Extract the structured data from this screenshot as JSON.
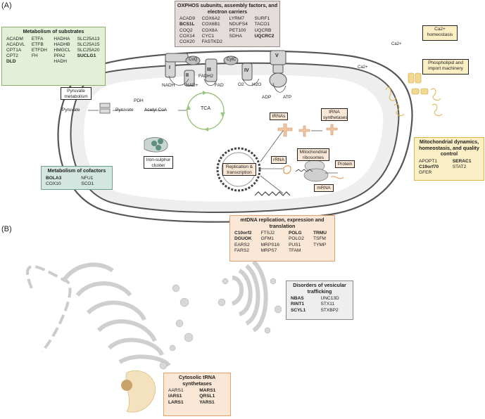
{
  "panels": {
    "a_label": "(A)",
    "b_label": "(B)"
  },
  "substrates": {
    "title": "Metabolism of substrates",
    "genes": [
      {
        "t": "ACADM",
        "b": false
      },
      {
        "t": "ETFA",
        "b": false
      },
      {
        "t": "HADHA",
        "b": false
      },
      {
        "t": "SLC25A13",
        "b": false
      },
      {
        "t": "ACADVL",
        "b": false
      },
      {
        "t": "ETFB",
        "b": false
      },
      {
        "t": "HADHB",
        "b": false
      },
      {
        "t": "SLC25A15",
        "b": false
      },
      {
        "t": "CPT1A",
        "b": false
      },
      {
        "t": "ETFDH",
        "b": false
      },
      {
        "t": "HMGCL",
        "b": false
      },
      {
        "t": "SLC25A20",
        "b": false
      },
      {
        "t": "CPT2",
        "b": false
      },
      {
        "t": "FH",
        "b": false
      },
      {
        "t": "PPA2",
        "b": false
      },
      {
        "t": "SUCLG1",
        "b": true
      },
      {
        "t": "DLD",
        "b": true
      },
      {
        "t": "",
        "b": false
      },
      {
        "t": "HADH",
        "b": false
      },
      {
        "t": "",
        "b": false
      }
    ]
  },
  "oxphos": {
    "title": "OXPHOS subunits, assembly factors, and electron carriers",
    "genes": [
      {
        "t": "ACAD9",
        "b": false
      },
      {
        "t": "COX6A2",
        "b": false
      },
      {
        "t": "LYRM7",
        "b": false
      },
      {
        "t": "SURF1",
        "b": false
      },
      {
        "t": "BCS1L",
        "b": true
      },
      {
        "t": "COX6B1",
        "b": false
      },
      {
        "t": "NDUFS4",
        "b": false
      },
      {
        "t": "TACO1",
        "b": false
      },
      {
        "t": "COQ2",
        "b": false
      },
      {
        "t": "COX8A",
        "b": false
      },
      {
        "t": "PET100",
        "b": false
      },
      {
        "t": "UQCRB",
        "b": false
      },
      {
        "t": "COX14",
        "b": false
      },
      {
        "t": "CYC1",
        "b": false
      },
      {
        "t": "SDHA",
        "b": false
      },
      {
        "t": "UQCRC2",
        "b": true
      },
      {
        "t": "COX20",
        "b": false
      },
      {
        "t": "FASTKD2",
        "b": false
      },
      {
        "t": "",
        "b": false
      },
      {
        "t": "",
        "b": false
      }
    ]
  },
  "calcium": {
    "label": "Ca2+ homeostasis",
    "ion": "Ca2+"
  },
  "phospholipid": {
    "label": "Phospholipid and import machinery"
  },
  "dynamics": {
    "title": "Mitochondrial dynamics, homeostasis, and quality control",
    "genes": [
      {
        "t": "APOPT1",
        "b": false
      },
      {
        "t": "SERAC1",
        "b": true
      },
      {
        "t": "C19orf70",
        "b": true
      },
      {
        "t": "STAT2",
        "b": false
      },
      {
        "t": "GFER",
        "b": false
      },
      {
        "t": "",
        "b": false
      }
    ]
  },
  "cofactors": {
    "title": "Metabolism of cofactors",
    "genes": [
      {
        "t": "BOLA3",
        "b": true
      },
      {
        "t": "NFU1",
        "b": false
      },
      {
        "t": "COX10",
        "b": false
      },
      {
        "t": "SCO1",
        "b": false
      }
    ]
  },
  "mtdna": {
    "title": "mtDNA replication, expression and translation",
    "genes": [
      {
        "t": "C10orf2",
        "b": true
      },
      {
        "t": "FTSJ2",
        "b": false
      },
      {
        "t": "POLG",
        "b": true
      },
      {
        "t": "TRMU",
        "b": true
      },
      {
        "t": "DGUOK",
        "b": true
      },
      {
        "t": "GFM1",
        "b": false
      },
      {
        "t": "POLG2",
        "b": false
      },
      {
        "t": "TSFM",
        "b": false
      },
      {
        "t": "EARS2",
        "b": false
      },
      {
        "t": "MRPS16",
        "b": false
      },
      {
        "t": "PUS1",
        "b": false
      },
      {
        "t": "TYMP",
        "b": false
      },
      {
        "t": "FARS2",
        "b": false
      },
      {
        "t": "MRPS7",
        "b": false
      },
      {
        "t": "TFAM",
        "b": false
      },
      {
        "t": "",
        "b": false
      }
    ]
  },
  "vesicular": {
    "title": "Disorders of vesicular trafficking",
    "genes": [
      {
        "t": "NBAS",
        "b": true
      },
      {
        "t": "UNC13D",
        "b": false
      },
      {
        "t": "RINT1",
        "b": true
      },
      {
        "t": "STX11",
        "b": false
      },
      {
        "t": "SCYL1",
        "b": true
      },
      {
        "t": "STXBP2",
        "b": false
      }
    ]
  },
  "trna": {
    "title": "Cytosolic tRNA synthetases",
    "genes": [
      {
        "t": "AARS1",
        "b": false
      },
      {
        "t": "MARS1",
        "b": true
      },
      {
        "t": "IARS1",
        "b": true
      },
      {
        "t": "QRSL1",
        "b": true
      },
      {
        "t": "LARS1",
        "b": true
      },
      {
        "t": "YARS1",
        "b": true
      }
    ]
  },
  "labels": {
    "pyruvate_metabolism": "Pyruvate metabolism",
    "pyruvate_out": "Pyruvate",
    "pyruvate_in": "Pyruvate",
    "pdh": "PDH",
    "acetyl_coa": "Acetyl CoA",
    "tca": "TCA",
    "nadh": "NADH",
    "nad": "NAD+",
    "fadh2": "FADH2",
    "fad": "FAD",
    "o2": "O2",
    "h2o": "H2O",
    "adp": "ADP",
    "atp": "ATP",
    "coq": "CoQ",
    "cytc": "CytC",
    "c1": "I",
    "c2": "II",
    "c3": "III",
    "c4": "IV",
    "c5": "V",
    "iron_sulphur": "Iron-sulphur cluster",
    "replication": "Replication & transcription",
    "trnas": "tRNAs",
    "trna_synthetases": "tRNA synthetases",
    "rrna": "rRNA",
    "mito_ribosomes": "Mitochondrial ribosomes",
    "protein": "Protein",
    "mrna": "mRNA"
  }
}
